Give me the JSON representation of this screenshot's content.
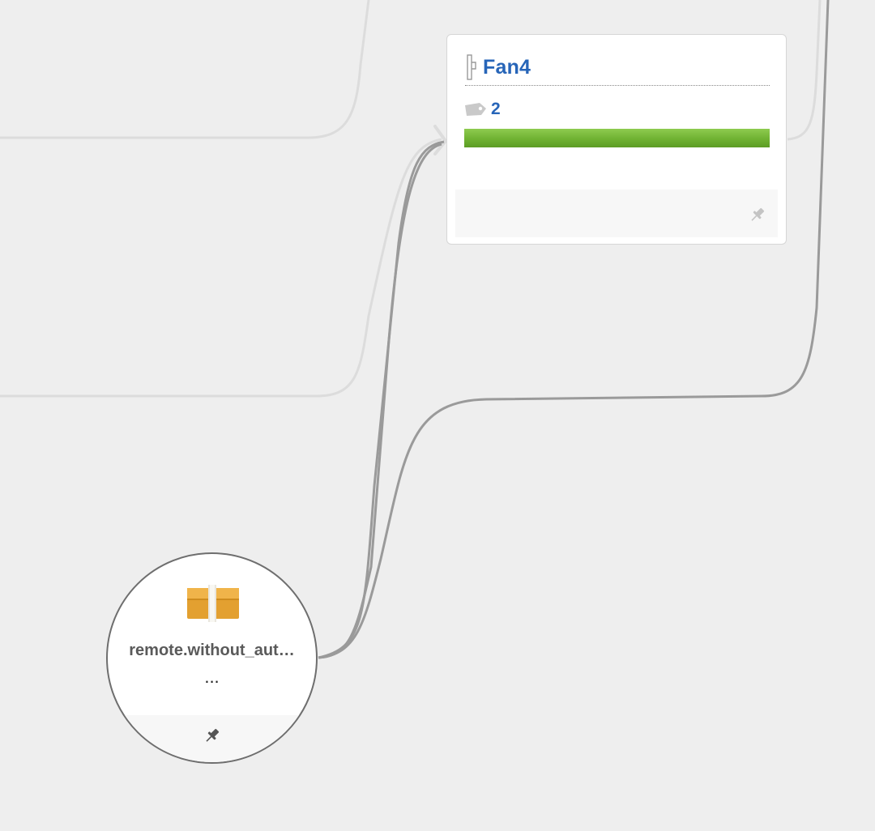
{
  "graph": {
    "nodes": {
      "fan_card": {
        "title": "Fan4",
        "type_icon": "branch-node-icon",
        "tag_icon": "tag-icon",
        "count": "2",
        "progress": 1.0,
        "progress_color": "#6fb232",
        "title_color": "#2765b8",
        "pin_icon": "pin-icon"
      },
      "remote_circle": {
        "label": "remote.without_aut…",
        "ellipsis": "...",
        "icon": "package-box-icon",
        "pin_icon": "pin-icon"
      }
    },
    "edge_colors": {
      "active": "#9a9a9a",
      "inactive": "#dddddd"
    },
    "background": "#eeeeee"
  }
}
